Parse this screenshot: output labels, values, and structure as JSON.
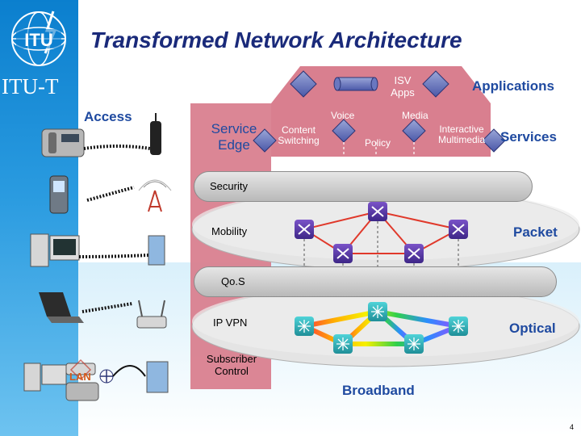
{
  "header": {
    "logo_text": "ITU",
    "org_label": "ITU-T",
    "title": "Transformed Network Architecture"
  },
  "access": {
    "label": "Access",
    "lan_label": "LAN"
  },
  "service_edge": {
    "label_line1": "Service",
    "label_line2": "Edge",
    "security": "Security",
    "mobility": "Mobility",
    "qos": "Qo.S",
    "ip_vpn": "IP VPN",
    "subscriber_line1": "Subscriber",
    "subscriber_line2": "Control"
  },
  "services": {
    "isv_line1": "ISV",
    "isv_line2": "Apps",
    "applications": "Applications",
    "voice": "Voice",
    "media": "Media",
    "content_line1": "Content",
    "content_line2": "Switching",
    "policy": "Policy",
    "interactive_line1": "Interactive",
    "interactive_line2": "Multimedia",
    "services_label": "Services"
  },
  "layers": {
    "packet": "Packet",
    "optical": "Optical",
    "broadband": "Broadband"
  },
  "footer": {
    "page_number": "4"
  },
  "colors": {
    "title": "#1a2a7a",
    "label_blue": "#1f4aa0",
    "service_panel": "#d97f8f",
    "left_band": "#0b7fce"
  }
}
